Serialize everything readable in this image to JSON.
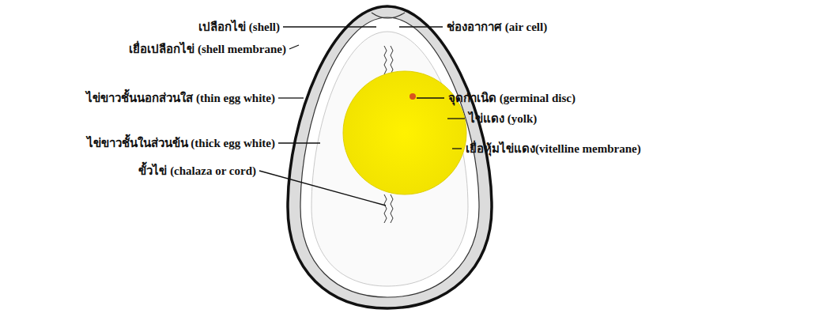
{
  "diagram": {
    "labels": [
      "เปลือกไข่ (shell)",
      "ช่องอากาศ (air cell)",
      "เยื่อเปลือกไข่ (shell membrane)",
      "ไข่ขาวชั้นนอกส่วนใส (thin egg white)",
      "จุดกำเนิด (germinal disc)",
      "ไข่แดง (yolk)",
      "ไข่ขาวชั้นในส่วนข้น (thick egg white)",
      "เยื่อหุ้มไข่แดง(vitelline membrane)",
      "ขั้วไข่ (chalaza or cord)"
    ]
  }
}
